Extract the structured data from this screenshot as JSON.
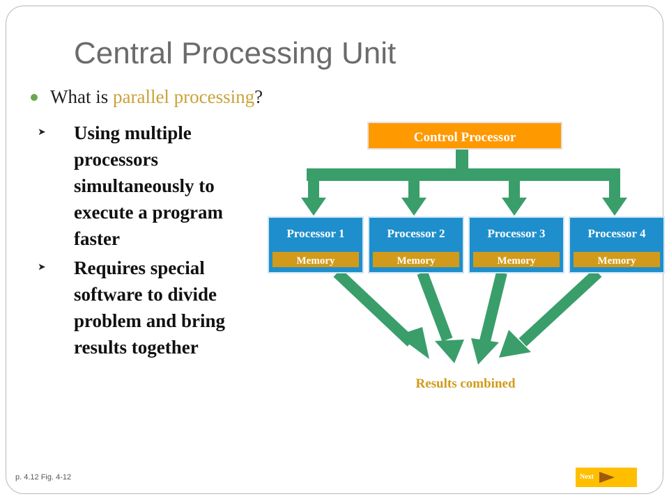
{
  "slide": {
    "title": "Central Processing Unit",
    "question": {
      "prefix": "What is ",
      "highlight": "parallel processing",
      "suffix": "?"
    },
    "sub_bullets": [
      "Using multiple processors simultaneously to execute a program faster",
      "Requires special software to divide problem and bring results together"
    ],
    "footer_reference": "p. 4.12 Fig. 4-12",
    "next_label": "Next"
  },
  "diagram": {
    "control_label": "Control Processor",
    "processors": [
      {
        "label": "Processor 1",
        "memory": "Memory"
      },
      {
        "label": "Processor 2",
        "memory": "Memory"
      },
      {
        "label": "Processor 3",
        "memory": "Memory"
      },
      {
        "label": "Processor 4",
        "memory": "Memory"
      }
    ],
    "result_label": "Results combined",
    "colors": {
      "arrow": "#3a9e6a",
      "control_fill": "#ff9900",
      "processor_fill": "#1e8fcc",
      "memory_fill": "#d29a1a",
      "result_text": "#d29a1a"
    }
  }
}
